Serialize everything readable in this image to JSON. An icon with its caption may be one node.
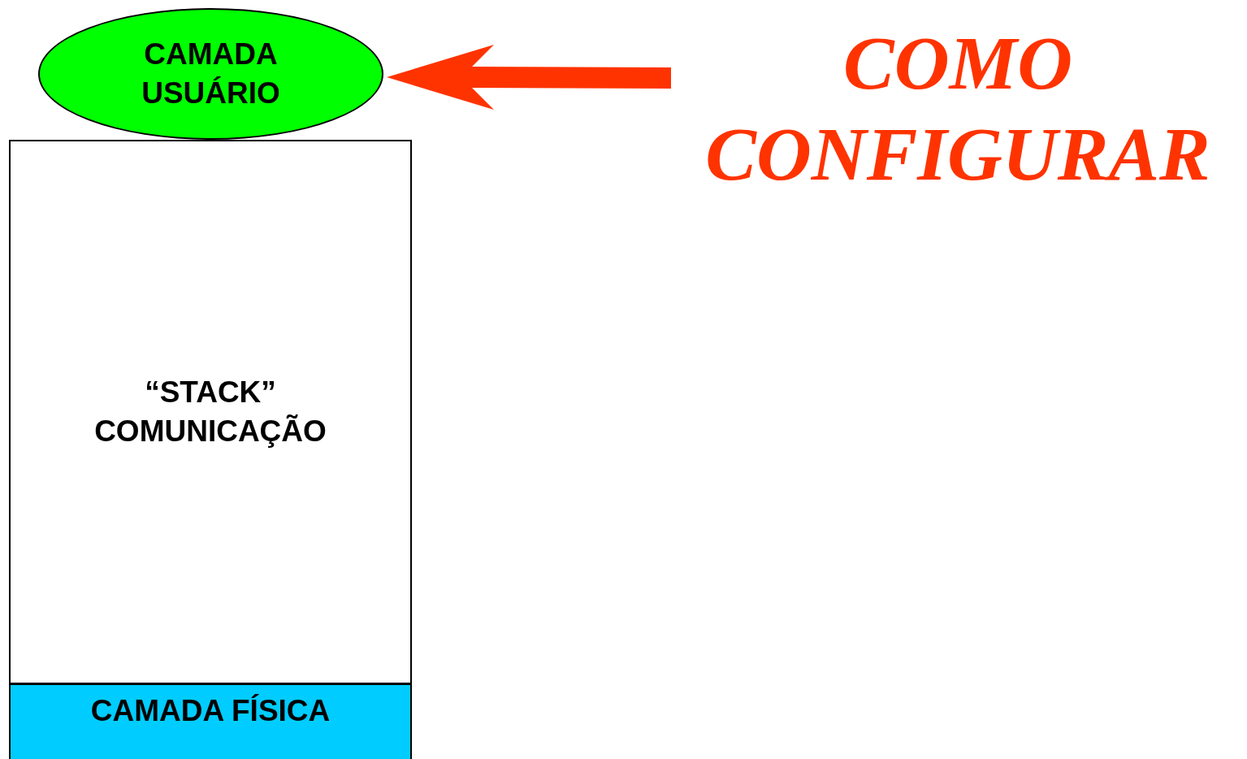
{
  "diagram": {
    "nodes": [
      {
        "text": [
          "CAMADA USUÁRIO"
        ]
      },
      {
        "text": [
          "“STACK” COMUNICAÇÃO"
        ]
      },
      {
        "text": [
          "CAMADA FÍSICA"
        ]
      },
      {
        "text": [
          "COMO CONFIGURAR"
        ]
      }
    ],
    "edges": [
      {
        "from": 3,
        "to": 0,
        "arrow": "to",
        "style": "thick",
        "color": "#ff3300"
      }
    ]
  }
}
